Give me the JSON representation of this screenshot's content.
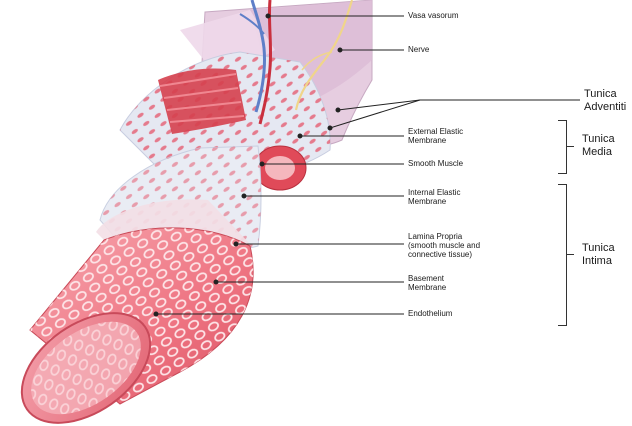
{
  "labels": {
    "vasa_vasorum": "Vasa vasorum",
    "nerve": "Nerve",
    "external_elastic_membrane": [
      "External Elastic",
      "Membrane"
    ],
    "smooth_muscle": "Smooth Muscle",
    "internal_elastic_membrane": [
      "Internal Elastic",
      "Membrane"
    ],
    "lamina_propria": [
      "Lamina Propria",
      "(smooth muscle and",
      "connective tissue)"
    ],
    "basement_membrane": [
      "Basement",
      "Membrane"
    ],
    "endothelium": "Endothelium"
  },
  "groups": {
    "tunica_adventitia": [
      "Tunica",
      "Adventiti"
    ],
    "tunica_media": [
      "Tunica",
      "Media"
    ],
    "tunica_intima": [
      "Tunica",
      "Intima"
    ]
  },
  "colors": {
    "intima": "#f07a86",
    "intima_dark": "#d94f5e",
    "media_band": "#e4e8f3",
    "muscle": "#d94653",
    "adventitia": "#e2c6dc",
    "nerve": "#f0d58a",
    "vessel_blue": "#5f7fc8",
    "vessel_red": "#c9303e",
    "leader": "#222222"
  }
}
